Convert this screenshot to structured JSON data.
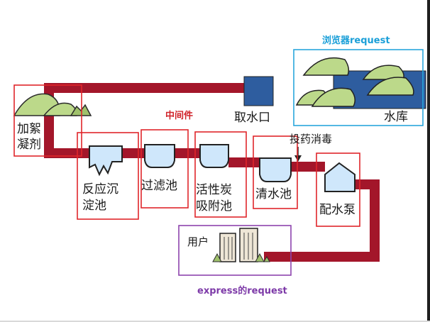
{
  "annotations": {
    "browser_request": "浏览器request",
    "middleware": "中间件",
    "express_request": "express的request"
  },
  "stages": {
    "water_intake": "取水口",
    "reservoir": "水库",
    "coagulant_line1": "加絮",
    "coagulant_line2": "凝剂",
    "disinfection": "投药消毒",
    "sedimentation_line1": "反应沉",
    "sedimentation_line2": "淀池",
    "filter": "过滤池",
    "carbon_line1": "活性炭",
    "carbon_line2": "吸附池",
    "clear_water": "清水池",
    "pump": "配水泵",
    "users": "用户"
  },
  "colors": {
    "pipe": "#a3162a",
    "water": "#cfe7fb",
    "box_red": "#e0262b",
    "box_blue": "#2aa7dc",
    "box_purple": "#8e44ad",
    "label_red": "#d0232a",
    "label_blue": "#1a9fd8",
    "label_purple": "#7d3aa8",
    "tree": "#bcd98a",
    "intake": "#2e5d9f"
  }
}
